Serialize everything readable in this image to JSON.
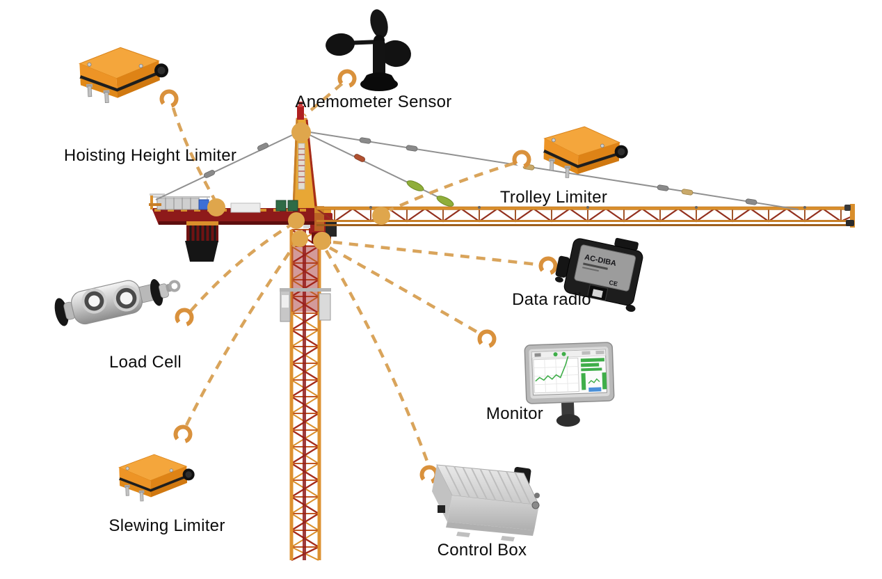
{
  "diagram": {
    "description": "Tower crane safety monitoring system diagram",
    "colors": {
      "connector_dash": "#D9A45B",
      "marker_dot": "#DFA64C",
      "marker_ring": "#D9913C",
      "crane_yellow": "#E8A13C",
      "crane_red": "#8E1A1A",
      "limiter_orange": "#F2A238"
    },
    "components": [
      {
        "id": "anemometer-sensor",
        "label": "Anemometer Sensor"
      },
      {
        "id": "hoisting-height-limiter",
        "label": "Hoisting Height Limiter"
      },
      {
        "id": "trolley-limiter",
        "label": "Trolley Limiter"
      },
      {
        "id": "data-radio",
        "label": "Data radio",
        "device_text": "AC-DIBA",
        "device_text_secondary": "CE"
      },
      {
        "id": "load-cell",
        "label": "Load Cell"
      },
      {
        "id": "monitor",
        "label": "Monitor"
      },
      {
        "id": "slewing-limiter",
        "label": "Slewing Limiter"
      },
      {
        "id": "control-box",
        "label": "Control Box"
      }
    ]
  }
}
